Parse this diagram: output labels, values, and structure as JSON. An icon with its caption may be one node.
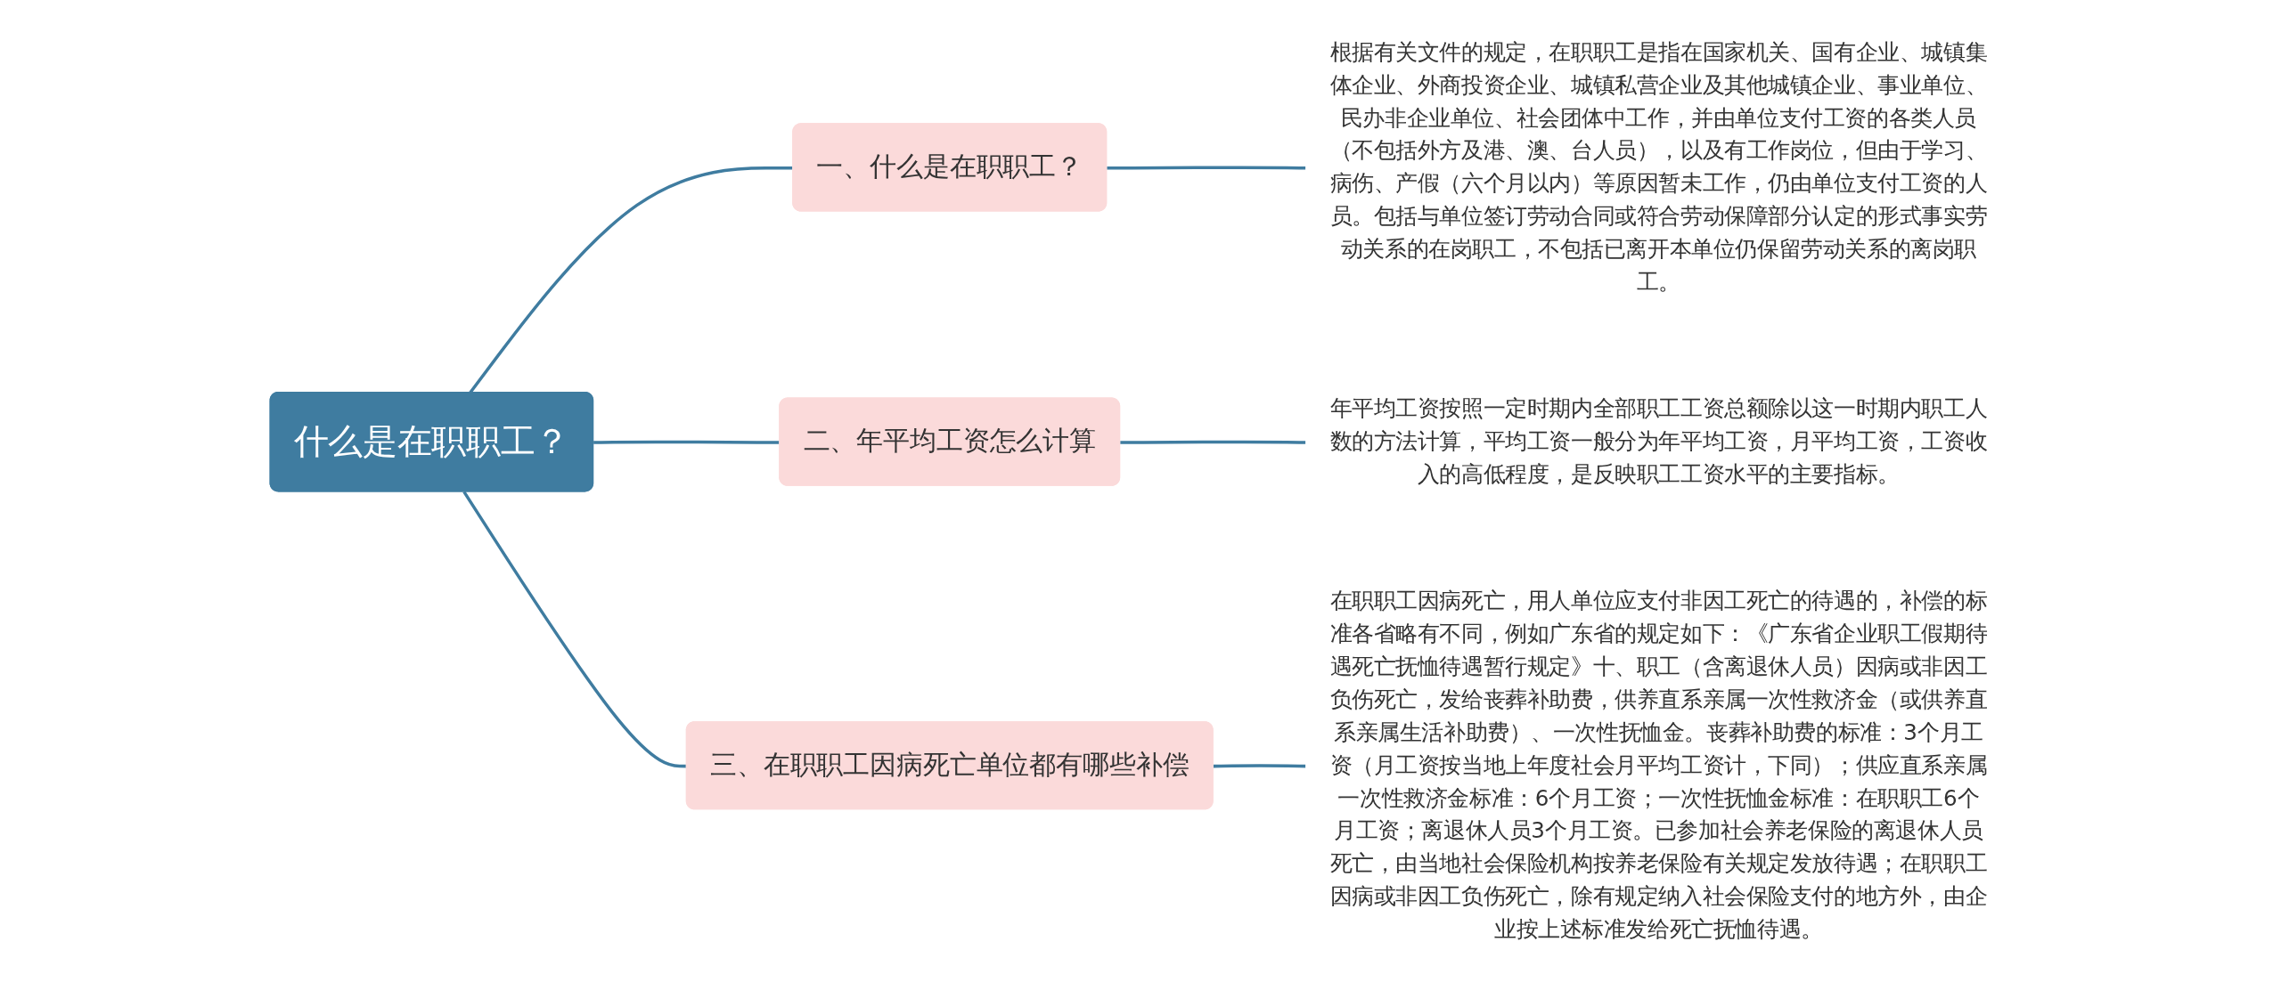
{
  "diagram": {
    "nodes": [
      {
        "text": [
          "什么是在职职工？"
        ]
      },
      {
        "text": [
          "一、什么是在职职工？"
        ]
      },
      {
        "text": [
          "根据有关文件的规定，在职职工是指在国家机关、国有企业、城镇集体企业、外商投资企业、城镇私营企业及其他城镇企业、事业单位、民办非企业单位、社会团体中工作，并由单位支付工资的各类人员（不包括外方及港、澳、台人员），以及有工作岗位，但由于学习、病伤、产假（六个月以内）等原因暂未工作，仍由单位支付工资的人员。包括与单位签订劳动合同或符合劳动保障部分认定的形式事实劳动关系的在岗职工，不包括已离开本单位仍保留劳动关系的离岗职工。"
        ]
      },
      {
        "text": [
          "二、年平均工资怎么计算"
        ]
      },
      {
        "text": [
          "年平均工资按照一定时期内全部职工工资总额除以这一时期内职工人数的方法计算，平均工资一般分为年平均工资，月平均工资，工资收入的高低程度，是反映职工工资水平的主要指标。"
        ]
      },
      {
        "text": [
          "三、在职职工因病死亡单位都有哪些补偿"
        ]
      },
      {
        "text": [
          "在职职工因病死亡，用人单位应支付非因工死亡的待遇的，补偿的标准各省略有不同，例如广东省的规定如下：《广东省企业职工假期待遇死亡抚恤待遇暂行规定》十、职工（含离退休人员）因病或非因工负伤死亡，发给丧葬补助费，供养直系亲属一次性救济金（或供养直系亲属生活补助费）、一次性抚恤金。丧葬补助费的标准：3个月工资（月工资按当地上年度社会月平均工资计，下同）；供应直系亲属一次性救济金标准：6个月工资；一次性抚恤金标准：在职职工6个月工资；离退休人员3个月工资。已参加社会养老保险的离退休人员死亡，由当地社会保险机构按养老保险有关规定发放待遇；在职职工因病或非因工负伤死亡，除有规定纳入社会保险支付的地方外，由企业按上述标准发给死亡抚恤待遇。"
        ]
      }
    ],
    "edges": [
      {
        "from": 0,
        "to": 1,
        "arrow": "none"
      },
      {
        "from": 1,
        "to": 2,
        "arrow": "none"
      },
      {
        "from": 0,
        "to": 3,
        "arrow": "none"
      },
      {
        "from": 3,
        "to": 4,
        "arrow": "none"
      },
      {
        "from": 0,
        "to": 5,
        "arrow": "none"
      },
      {
        "from": 5,
        "to": 6,
        "arrow": "none"
      }
    ]
  }
}
